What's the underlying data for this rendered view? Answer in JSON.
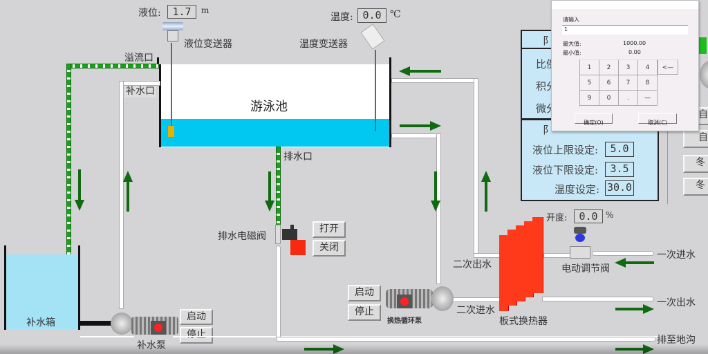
{
  "level": {
    "label": "液位:",
    "value": "1.7",
    "unit": "m",
    "transmitter": "液位变送器"
  },
  "temperature": {
    "label": "温度:",
    "value": "0.0",
    "unit": "℃",
    "transmitter": "温度变送器"
  },
  "pool": {
    "name": "游泳池",
    "overflow": "溢流口",
    "makeup_inlet": "补水口",
    "drain_outlet": "排水口"
  },
  "makeup_tank": {
    "name": "补水箱"
  },
  "makeup_pump": {
    "name": "补水泵",
    "start": "启动",
    "stop": "停止"
  },
  "drain_valve": {
    "name": "排水电磁阀",
    "open": "打开",
    "close": "关闭"
  },
  "circ_pump": {
    "name": "换热循环泵",
    "start": "启动",
    "stop": "停止"
  },
  "heat_exchanger": {
    "name": "板式换热器",
    "secondary_out": "二次出水",
    "secondary_in": "二次进水",
    "primary_in": "一次进水",
    "primary_out": "一次出水"
  },
  "control_valve": {
    "name": "电动调节阀",
    "opening_label": "开度:",
    "opening_value": "0.0",
    "unit": "%"
  },
  "drain_to": "排至地沟",
  "pid_panel": {
    "header": "阝",
    "rows": [
      "比例",
      "积分",
      "微分"
    ],
    "header2": "阝"
  },
  "setpoints": [
    {
      "label": "液位上限设定:",
      "value": "5.0"
    },
    {
      "label": "液位下限设定:",
      "value": "3.5"
    },
    {
      "label": "温度设定:",
      "value": "30.0"
    }
  ],
  "right_buttons": [
    "自",
    "自",
    "冬",
    "冬"
  ],
  "dialog": {
    "prompt": "请输入",
    "input_value": "1",
    "max_label": "最大值:",
    "max_value": "1000.00",
    "min_label": "最小值:",
    "min_value": "0.00",
    "keys": [
      "1",
      "2",
      "3",
      "4",
      "5",
      "6",
      "7",
      "8",
      "9",
      "0",
      ".",
      "—"
    ],
    "backspace": "<—",
    "ok": "确定(O)",
    "cancel": "取消(C)"
  },
  "colors": {
    "pipe_flow": "#1aa01a",
    "water": "#00c8f0",
    "heater": "#ff3a1a",
    "arrow": "#106a10"
  }
}
